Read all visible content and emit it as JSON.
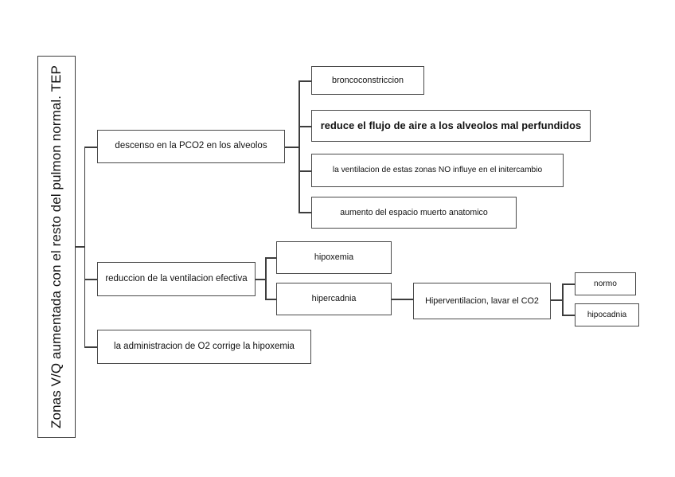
{
  "diagram": {
    "title_text": "Zonas V/Q aumentada con el resto del pulmon normal. TEP",
    "type": "tree-mindmap",
    "orientation": "left-to-right",
    "colors": {
      "background": "#ffffff",
      "box_border": "#4a4a4a",
      "connector": "#3d3d3d",
      "text": "#111111"
    },
    "root": {
      "label": "Zonas V/Q aumentada con el resto del pulmon normal. TEP"
    },
    "level1": [
      {
        "id": "descenso-pco2",
        "label": "descenso en la PCO2 en los alveolos"
      },
      {
        "id": "reduccion-ventilacion",
        "label": "reduccion de la ventilacion efectiva"
      },
      {
        "id": "administracion-o2",
        "label": "la administracion de O2 corrige la hipoxemia"
      }
    ],
    "descenso_children": [
      {
        "id": "broncoconstriccion",
        "label": "broncoconstriccion"
      },
      {
        "id": "reduce-flujo",
        "label": "reduce el flujo de aire a los alveolos mal perfundidos"
      },
      {
        "id": "ventilacion-no-influye",
        "label": "la ventilacion de estas zonas NO influye en el initercambio"
      },
      {
        "id": "espacio-muerto",
        "label": "aumento del espacio muerto anatomico"
      }
    ],
    "reduccion_children": [
      {
        "id": "hipoxemia",
        "label": "hipoxemia"
      },
      {
        "id": "hipercadnia",
        "label": "hipercadnia"
      }
    ],
    "hipercadnia_child": {
      "id": "hiperventilacion",
      "label": "Hiperventilacion, lavar el CO2"
    },
    "hiperventilacion_children": [
      {
        "id": "normo",
        "label": "normo"
      },
      {
        "id": "hipocadnia",
        "label": "hipocadnia"
      }
    ]
  }
}
